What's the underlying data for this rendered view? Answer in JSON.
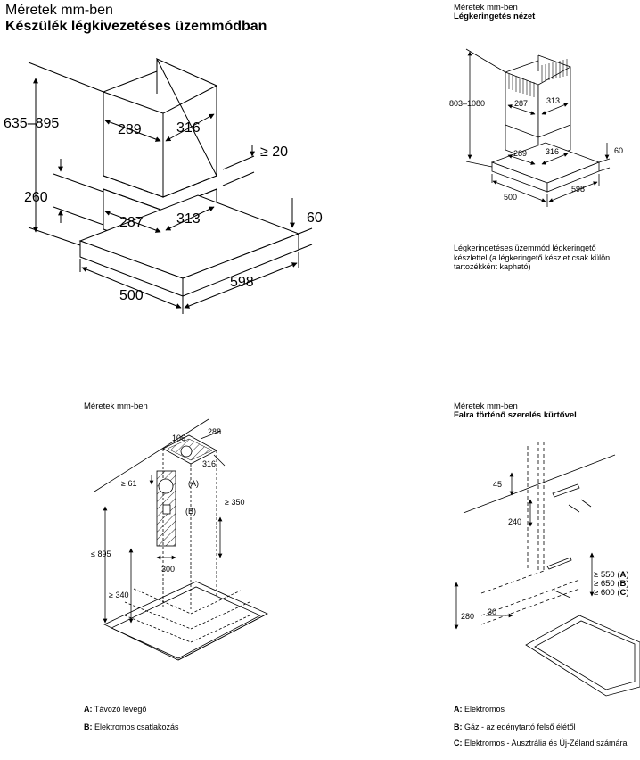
{
  "panel_main": {
    "heading": "Méretek mm-ben",
    "subheading": "Készülék légkivezetéses üzemmódban",
    "dims": {
      "height_range": "635–895",
      "top_w": "289",
      "top_d": "316",
      "gap": "≥ 20",
      "lower_h": "260",
      "bot_w": "287",
      "bot_d": "313",
      "canopy_h": "60",
      "width": "500",
      "depth": "598"
    }
  },
  "panel_recirc": {
    "heading": "Méretek mm-ben",
    "subheading": "Légkeringetés nézet",
    "dims": {
      "height_range": "803–1080",
      "top_w": "287",
      "top_d": "313",
      "bot_w": "289",
      "bot_d": "316",
      "canopy_h": "60",
      "width": "500",
      "depth": "598"
    },
    "note": "Légkeringetéses üzemmód légkeringető készlettel (a légkeringető készlet csak külön tartozékként kapható)"
  },
  "panel_ceiling": {
    "heading": "Méretek mm-ben",
    "dims": {
      "d288": "288",
      "d106": "106",
      "d316": "316",
      "d61": "≥ 61",
      "label_a": "(A)",
      "label_b": "(B)",
      "d350": "≥ 350",
      "d895": "≤ 895",
      "d300": "300",
      "d340": "≥ 340"
    },
    "legend": [
      {
        "key": "A:",
        "text": " Távozó levegő"
      },
      {
        "key": "B:",
        "text": " Elektromos csatlakozás"
      }
    ]
  },
  "panel_wall": {
    "heading": "Méretek mm-ben",
    "subheading": "Falra történő szerelés kürtővel",
    "dims": {
      "d45": "45",
      "d240": "240",
      "d550_num": "≥ 550 (",
      "d550_key": "A",
      "d650_num": "≥ 650 (",
      "d650_key": "B",
      "d600_num": "≥ 600 (",
      "d600_key": "C",
      "d30": "30",
      "d280": "280"
    },
    "legend": [
      {
        "key": "A:",
        "text": " Elektromos"
      },
      {
        "key": "B:",
        "text": " Gáz - az edénytartó felső élétől"
      },
      {
        "key": "C:",
        "text": " Elektromos - Ausztrália és Új-Zéland számára"
      }
    ]
  }
}
